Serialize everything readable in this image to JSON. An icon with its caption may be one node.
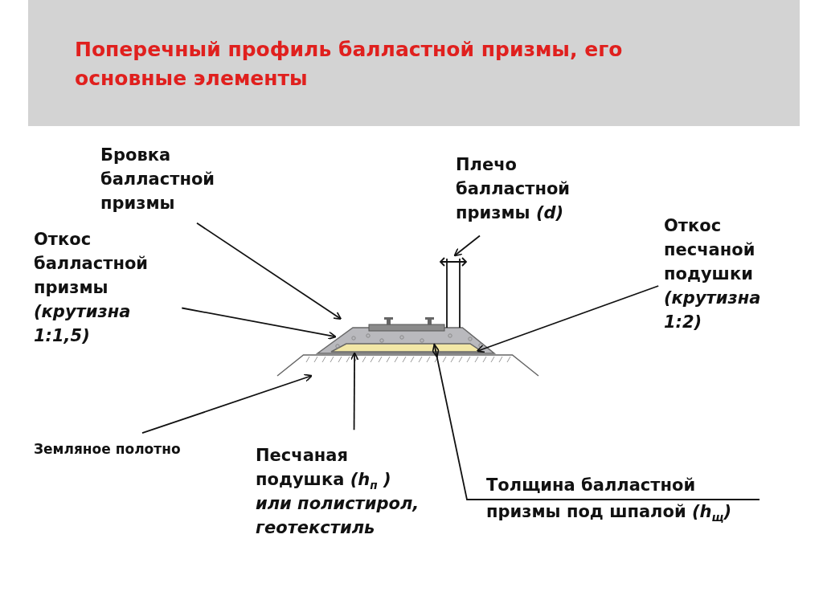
{
  "diagram": {
    "title": "Поперечный профиль балластной призмы, его основные элементы",
    "nodes": [
      {
        "text": [
          "Бровка балластной призмы"
        ]
      },
      {
        "text": [
          "Откос балластной призмы",
          "(крутизна 1:1,5)"
        ]
      },
      {
        "text": [
          "Плечо балластной призмы *(d)*"
        ]
      },
      {
        "text": [
          "Откос песчаной подушки",
          "(крутизна 1:2)"
        ]
      },
      {
        "text": [
          "Земляное полотно"
        ]
      },
      {
        "text": [
          "Песчаная подушка *(h*$_{п}$ *) или полистирол, геотекстиль*"
        ]
      },
      {
        "text": [
          "Толщина балластной призмы под шпалой *(h*$_{щ}$*)*"
        ]
      },
      {
        "text": [],
        "shape": "trapezoid"
      },
      {
        "text": [],
        "shape": "band",
        "in": 7
      },
      {
        "text": [],
        "shape": "embankment"
      }
    ],
    "edges": [
      {
        "from": 0,
        "to": 7,
        "arrow": "to"
      },
      {
        "from": 1,
        "to": 7,
        "arrow": "to"
      },
      {
        "from": 2,
        "to": null,
        "arrow": "to"
      },
      {
        "from": 3,
        "to": 8,
        "arrow": "to"
      },
      {
        "from": 4,
        "to": 9,
        "arrow": "to"
      },
      {
        "from": 5,
        "to": 8,
        "arrow": "to"
      },
      {
        "from": 6,
        "to": 7,
        "arrow": "other"
      }
    ]
  }
}
